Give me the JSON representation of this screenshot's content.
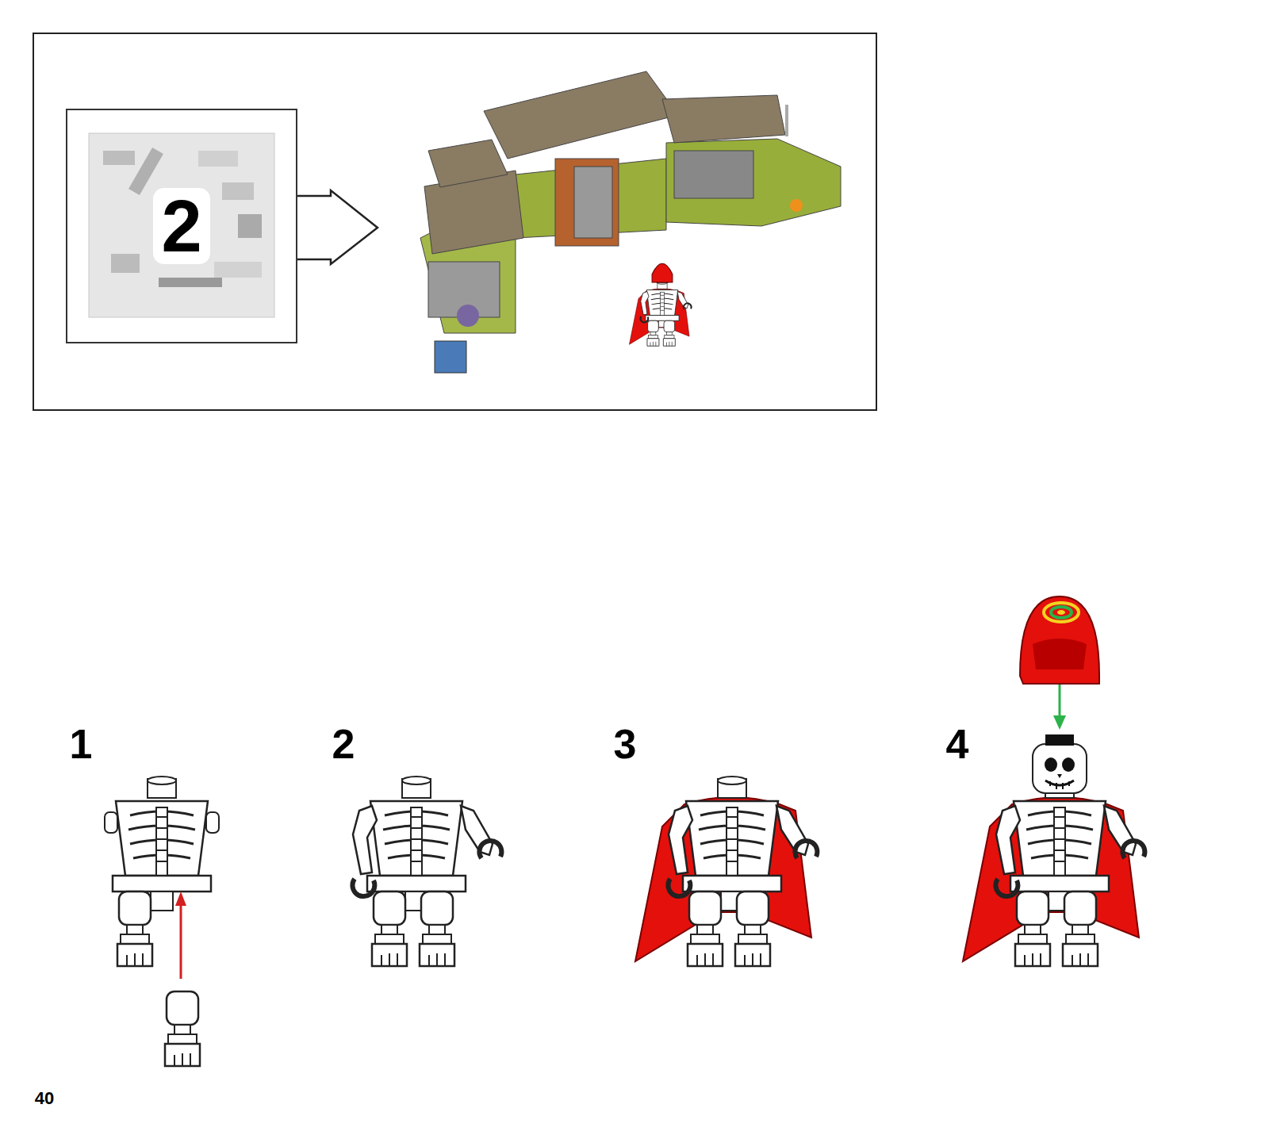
{
  "diagram": {
    "nodes": [
      {
        "text": [
          "2"
        ]
      }
    ],
    "labels": [
      "1",
      "2",
      "3",
      "4",
      "40"
    ]
  }
}
